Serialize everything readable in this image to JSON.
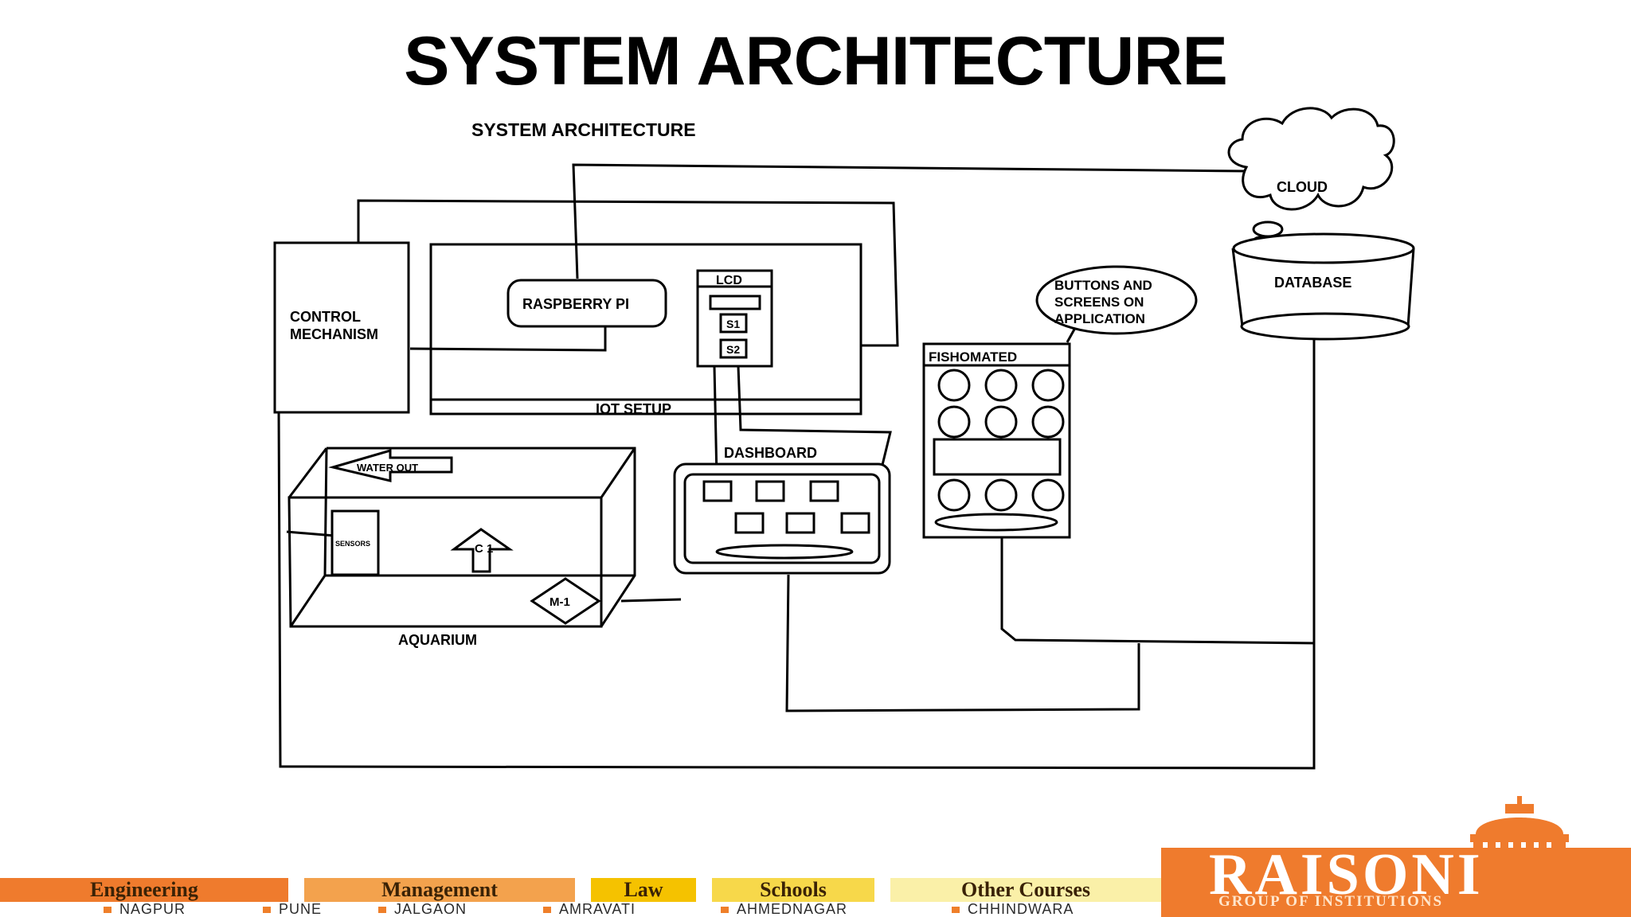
{
  "slide": {
    "title": "SYSTEM ARCHITECTURE"
  },
  "diagram": {
    "heading": "SYSTEM ARCHITECTURE",
    "labels": {
      "cloud": "CLOUD",
      "database": "DATABASE",
      "buttons_line1": "BUTTONS AND",
      "buttons_line2": "SCREENS ON",
      "buttons_line3": "APPLICATION",
      "control_line1": "CONTROL",
      "control_line2": "MECHANISM",
      "raspberry": "RASPBERRY PI",
      "lcd": "LCD",
      "s1": "S1",
      "s2": "S2",
      "iot": "IOT SETUP",
      "fishomated": "FISHOMATED",
      "dashboard": "DASHBOARD",
      "water_out": "WATER OUT",
      "sensors": "SENSORS",
      "c1": "C 1",
      "m1": "M-1",
      "aquarium": "AQUARIUM"
    }
  },
  "footer": {
    "categories": [
      "Engineering",
      "Management",
      "Law",
      "Schools",
      "Other Courses"
    ],
    "category_colors": [
      "#ef7b2d",
      "#f3a24d",
      "#f5c200",
      "#f7d84a",
      "#faf0a8"
    ],
    "cities": [
      "NAGPUR",
      "PUNE",
      "JALGAON",
      "AMRAVATI",
      "AHMEDNAGAR",
      "CHHINDWARA"
    ],
    "bullet_color": "#ef7f2a"
  },
  "logo": {
    "name": "RAISONI",
    "tagline": "GROUP OF INSTITUTIONS",
    "color": "#ef7b2d"
  }
}
